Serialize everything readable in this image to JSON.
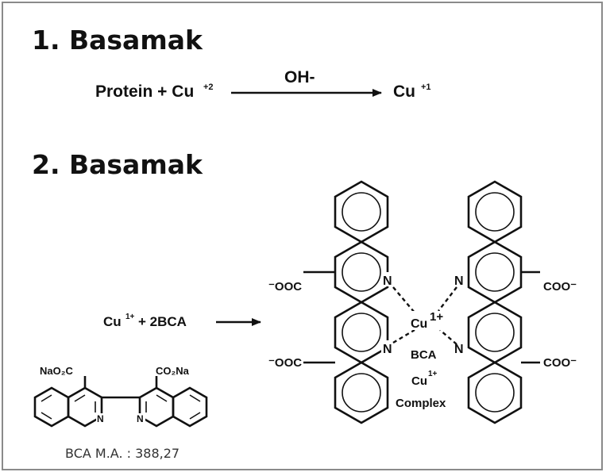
{
  "step1": {
    "heading": "1. Basamak",
    "reactants": "Protein + Cu",
    "reactant_charge": "+2",
    "condition": "OH-",
    "product": "Cu",
    "product_charge": "+1"
  },
  "step2": {
    "heading": "2. Basamak",
    "reactant_cu": "Cu",
    "reactant_cu_charge": "1+",
    "reactant_rest": "+ 2BCA",
    "complex": {
      "carboxylate_left_top": "⁻OOC",
      "carboxylate_left_bottom": "⁻OOC",
      "carboxylate_right_top": "COO⁻",
      "carboxylate_right_bottom": "COO⁻",
      "nitrogen": "N",
      "center_metal": "Cu",
      "center_charge": "1+",
      "caption_line1": "BCA",
      "caption_line2_metal": "Cu",
      "caption_line2_charge": "1+",
      "caption_line3": "Complex"
    },
    "bca_molecule": {
      "left_group": "NaO₂C",
      "right_group": "CO₂Na",
      "nitrogen": "N"
    },
    "molecular_weight": "BCA M.A. : 388,27"
  }
}
